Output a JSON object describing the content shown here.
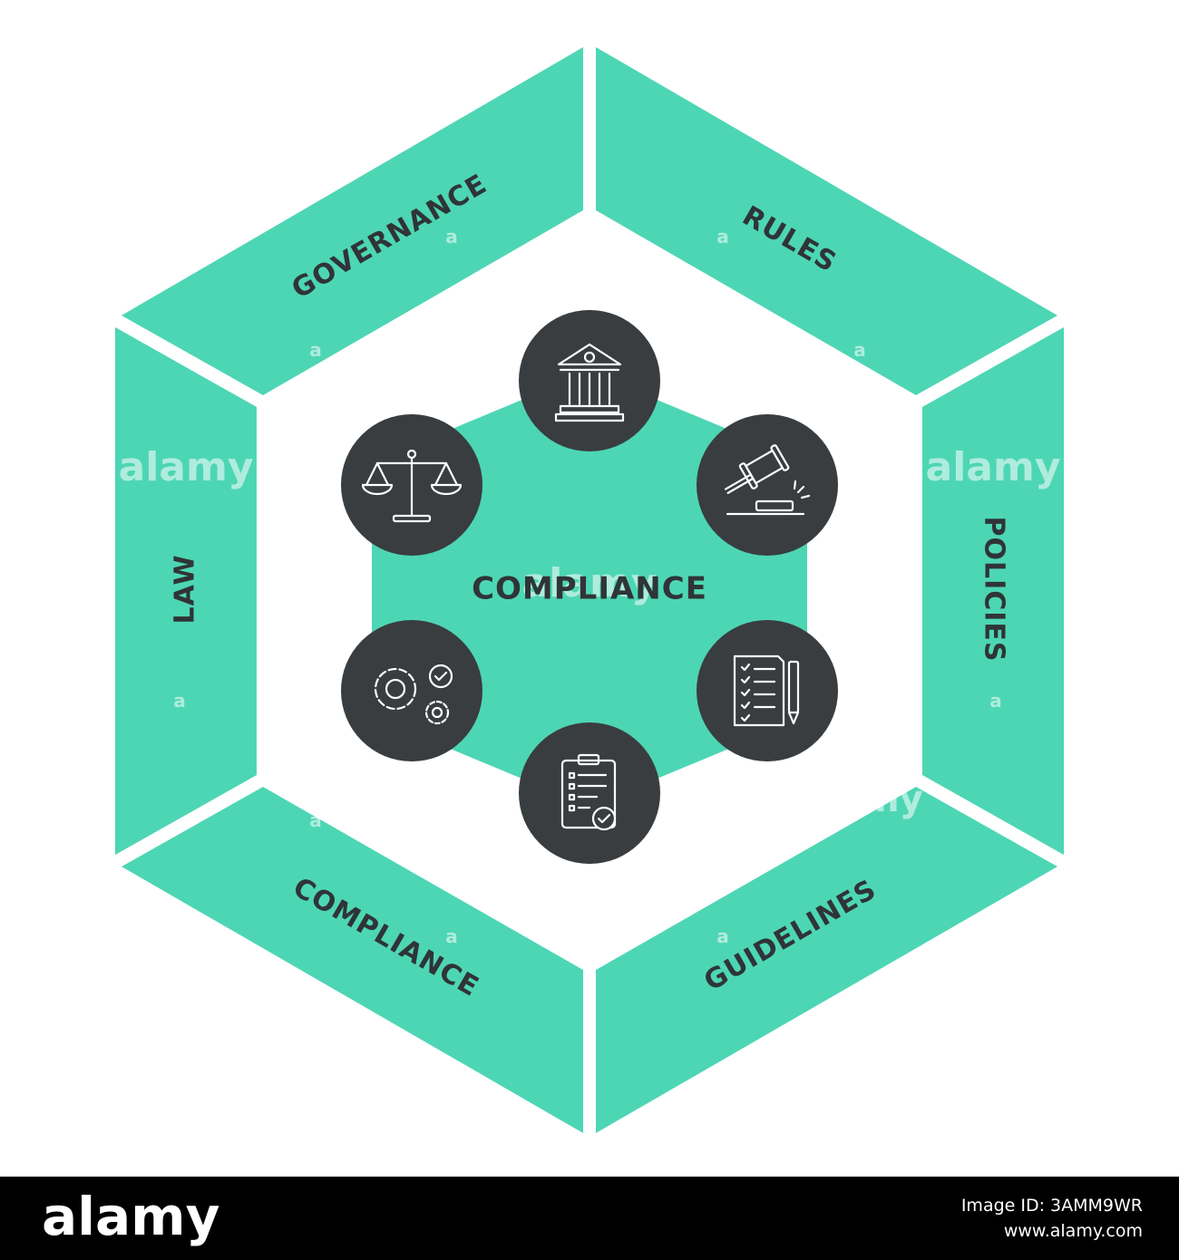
{
  "colors": {
    "accent": "#4dd6b4",
    "dark_circle": "#393d40",
    "text": "#2f3437",
    "footer": "#000000"
  },
  "center": {
    "label": "COMPLIANCE"
  },
  "segments": [
    {
      "label": "GOVERNANCE"
    },
    {
      "label": "RULES"
    },
    {
      "label": "POLICIES"
    },
    {
      "label": "GUIDELINES"
    },
    {
      "label": "COMPLIANCE"
    },
    {
      "label": "LAW"
    }
  ],
  "icons": [
    {
      "name": "bank-building-icon"
    },
    {
      "name": "gavel-icon"
    },
    {
      "name": "checklist-pencil-icon"
    },
    {
      "name": "clipboard-check-icon"
    },
    {
      "name": "gears-check-icon"
    },
    {
      "name": "scales-of-justice-icon"
    }
  ],
  "watermark": {
    "text": "alamy",
    "mark": "a"
  },
  "footer": {
    "logo": "alamy",
    "image_id": "Image ID: 3AMM9WR",
    "site": "www.alamy.com"
  }
}
